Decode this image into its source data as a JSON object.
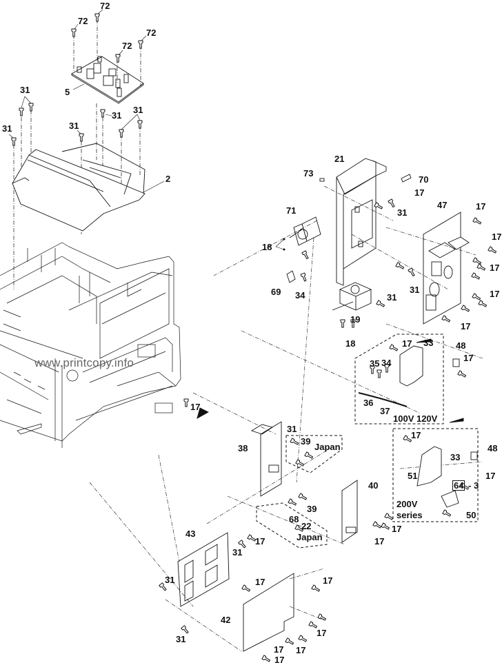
{
  "diagram": {
    "type": "exploded-parts-view",
    "watermark": "www.printcopy.info",
    "callouts": [
      {
        "id": "c72a",
        "text": "72"
      },
      {
        "id": "c72b",
        "text": "72"
      },
      {
        "id": "c72c",
        "text": "72"
      },
      {
        "id": "c72d",
        "text": "72"
      },
      {
        "id": "c5",
        "text": "5"
      },
      {
        "id": "c31a",
        "text": "31"
      },
      {
        "id": "c31b",
        "text": "31"
      },
      {
        "id": "c31c",
        "text": "31"
      },
      {
        "id": "c31d",
        "text": "31"
      },
      {
        "id": "c31e",
        "text": "31"
      },
      {
        "id": "c2",
        "text": "2"
      },
      {
        "id": "c21",
        "text": "21"
      },
      {
        "id": "c73",
        "text": "73"
      },
      {
        "id": "c70",
        "text": "70"
      },
      {
        "id": "c17a",
        "text": "17"
      },
      {
        "id": "c31f",
        "text": "31"
      },
      {
        "id": "c47",
        "text": "47"
      },
      {
        "id": "c17b",
        "text": "17"
      },
      {
        "id": "c17c",
        "text": "17"
      },
      {
        "id": "c17d",
        "text": "17"
      },
      {
        "id": "c17e",
        "text": "17"
      },
      {
        "id": "c17f",
        "text": "17"
      },
      {
        "id": "c71",
        "text": "71"
      },
      {
        "id": "c18a",
        "text": "18"
      },
      {
        "id": "c69",
        "text": "69"
      },
      {
        "id": "c34a",
        "text": "34"
      },
      {
        "id": "c31g",
        "text": "31"
      },
      {
        "id": "c31h",
        "text": "31"
      },
      {
        "id": "c19",
        "text": "19"
      },
      {
        "id": "c18b",
        "text": "18"
      },
      {
        "id": "c17g",
        "text": "17"
      },
      {
        "id": "c33a",
        "text": "33"
      },
      {
        "id": "c48a",
        "text": "48"
      },
      {
        "id": "c17h",
        "text": "17"
      },
      {
        "id": "c35",
        "text": "35"
      },
      {
        "id": "c34b",
        "text": "34"
      },
      {
        "id": "c36",
        "text": "36"
      },
      {
        "id": "c37",
        "text": "37"
      },
      {
        "id": "c17i",
        "text": "17"
      },
      {
        "id": "c31i",
        "text": "31"
      },
      {
        "id": "c39a",
        "text": "39"
      },
      {
        "id": "c38",
        "text": "38"
      },
      {
        "id": "c40",
        "text": "40"
      },
      {
        "id": "c39b",
        "text": "39"
      },
      {
        "id": "c68",
        "text": "68"
      },
      {
        "id": "c22",
        "text": "22"
      },
      {
        "id": "c17j",
        "text": "17"
      },
      {
        "id": "c17k",
        "text": "17"
      },
      {
        "id": "c17l",
        "text": "17"
      },
      {
        "id": "c33b",
        "text": "33"
      },
      {
        "id": "c48b",
        "text": "48"
      },
      {
        "id": "c17m",
        "text": "17"
      },
      {
        "id": "c51",
        "text": "51"
      },
      {
        "id": "c64",
        "text": "64"
      },
      {
        "id": "c3",
        "text": "- 3"
      },
      {
        "id": "c50",
        "text": "50"
      },
      {
        "id": "c43",
        "text": "43"
      },
      {
        "id": "c17n",
        "text": "17"
      },
      {
        "id": "c31j",
        "text": "31"
      },
      {
        "id": "c31k",
        "text": "31"
      },
      {
        "id": "c17o",
        "text": "17"
      },
      {
        "id": "c17p",
        "text": "17"
      },
      {
        "id": "c31l",
        "text": "31"
      },
      {
        "id": "c42",
        "text": "42"
      },
      {
        "id": "c17q",
        "text": "17"
      },
      {
        "id": "c17r",
        "text": "17"
      },
      {
        "id": "c17s",
        "text": "17"
      },
      {
        "id": "c17t",
        "text": "17"
      }
    ],
    "regions": {
      "psu_100v_120v": "100V 120V",
      "psu_200v_line1": "200V",
      "psu_200v_line2": "series",
      "japan_top": "Japan",
      "japan_bottom": "Japan"
    }
  }
}
